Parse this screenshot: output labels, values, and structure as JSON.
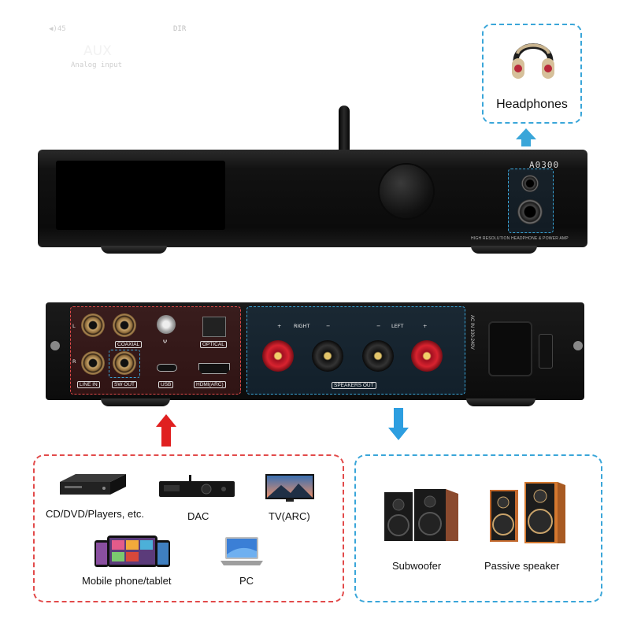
{
  "headphones": {
    "label": "Headphones",
    "icon": "headphones-icon"
  },
  "front_panel": {
    "volume_readout": "◀)45",
    "dir_readout": "DIR",
    "input_name": "AUX",
    "input_desc": "Analog input",
    "brand": "A0300",
    "caption": "HIGH RESOLUTION HEADPHONE & POWER AMP"
  },
  "rear_panel": {
    "left_label_l": "L",
    "left_label_r": "R",
    "coaxial": "COAXIAL",
    "optical": "OPTICAL",
    "line_in": "LINE IN",
    "sw_out": "SW OUT",
    "usb": "USB",
    "hdmi": "HDMI(ARC)",
    "right": "RIGHT",
    "left": "LEFT",
    "plus": "+",
    "minus": "−",
    "speakers_out": "SPEAKERS OUT",
    "ac_in": "AC IN 100-240V"
  },
  "sources": {
    "items": [
      "CD/DVD/Players, etc.",
      "DAC",
      "TV(ARC)",
      "Mobile phone/tablet",
      "PC"
    ]
  },
  "outputs": {
    "items": [
      "Subwoofer",
      "Passive speaker"
    ]
  },
  "colors": {
    "source_accent": "#e24a4a",
    "output_accent": "#3aa6d9",
    "arrow_red": "#e02020",
    "arrow_blue": "#2d9ee0"
  }
}
